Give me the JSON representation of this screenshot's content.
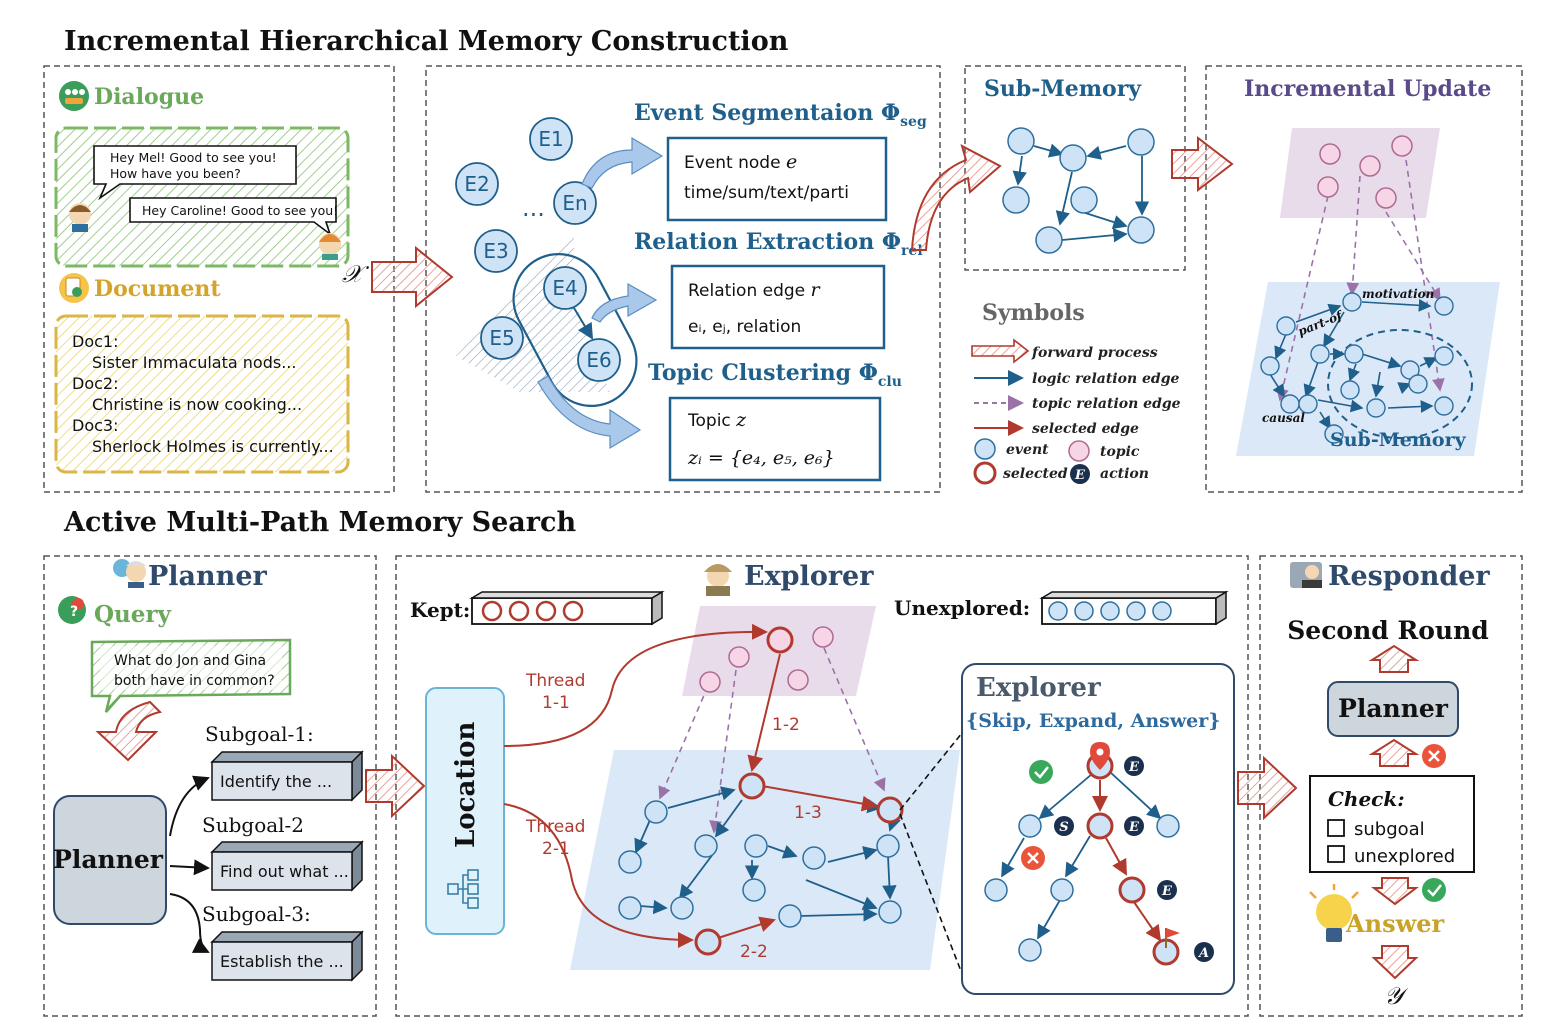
{
  "titles": {
    "construction": "Incremental Hierarchical Memory Construction",
    "search": "Active Multi-Path Memory Search"
  },
  "dialogue": {
    "label": "Dialogue",
    "bubble1_line1": "Hey Mel! Good to see you!",
    "bubble1_line2": "How have you been?",
    "bubble2": "Hey Caroline! Good to see you!"
  },
  "document": {
    "label": "Document",
    "lines": [
      "Doc1:",
      "Sister Immaculata nods...",
      "Doc2:",
      "Christine is now cooking...",
      "Doc3:",
      "Sherlock Holmes is currently..."
    ]
  },
  "input_symbol": "𝒳",
  "events": {
    "nodes": [
      "E1",
      "E2",
      "E3",
      "E4",
      "E5",
      "E6",
      "En"
    ],
    "ellipsis": "..."
  },
  "segmentation": {
    "title": "Event Segmentaion Φ",
    "sub": "seg",
    "box_line1_text": "Event node ",
    "box_line1_var": "e",
    "box_line2": "time/sum/text/parti"
  },
  "relation": {
    "title": "Relation Extraction Φ",
    "sub": "rel",
    "box_line1_text": "Relation edge ",
    "box_line1_var": "r",
    "box_line2": "eᵢ, eⱼ, relation"
  },
  "topic": {
    "title": "Topic Clustering Φ",
    "sub": "clu",
    "box_line1_text": "Topic ",
    "box_line1_var": "z",
    "box_line2": "zᵢ = {e₄, e₅, e₆}"
  },
  "submemory": {
    "title": "Sub-Memory"
  },
  "incremental": {
    "title": "Incremental Update",
    "labels": [
      "motivation",
      "part-of",
      "causal"
    ],
    "submemory_label": "Sub-Memory"
  },
  "symbols": {
    "title": "Symbols",
    "items": [
      "forward process",
      "logic relation edge",
      "topic relation edge",
      "selected edge",
      "event",
      "topic",
      "selected",
      "action"
    ],
    "action_letter": "E"
  },
  "planner": {
    "title": "Planner",
    "query_label": "Query",
    "query_line1": "What do Jon and Gina",
    "query_line2": "both have in common?",
    "box_label": "Planner",
    "subgoals": [
      {
        "label": "Subgoal-1:",
        "text": "Identify the ..."
      },
      {
        "label": "Subgoal-2",
        "text": "Find out what ..."
      },
      {
        "label": "Subgoal-3:",
        "text": "Establish the ..."
      }
    ]
  },
  "explorer": {
    "title": "Explorer",
    "kept_label": "Kept:",
    "unexplored_label": "Unexplored:",
    "location_label": "Location",
    "threads": [
      "Thread",
      "1-1",
      "Thread",
      "2-1"
    ],
    "edge_labels": [
      "1-2",
      "1-3",
      "2-2"
    ],
    "detail_title": "Explorer",
    "detail_actions": "{Skip, Expand, Answer}",
    "action_letters": [
      "E",
      "S",
      "E",
      "E",
      "A"
    ]
  },
  "responder": {
    "title": "Responder",
    "second_round": "Second Round",
    "planner_box": "Planner",
    "check_title": "Check:",
    "check_items": [
      "subgoal",
      "unexplored"
    ],
    "answer": "Answer",
    "output_symbol": "𝒴"
  },
  "colors": {
    "blue_dark": "#1f5f8b",
    "node_fill": "#cfe3f7",
    "node_stroke": "#2e6f9e",
    "topic_fill": "#f6d6e6",
    "topic_stroke": "#b06a92",
    "red": "#b03a2e",
    "green": "#5fa55a",
    "gold": "#c9a227",
    "purple": "#5b4a8a",
    "plane_blue": "#dbe8f8",
    "plane_purple": "#e8dcea"
  }
}
